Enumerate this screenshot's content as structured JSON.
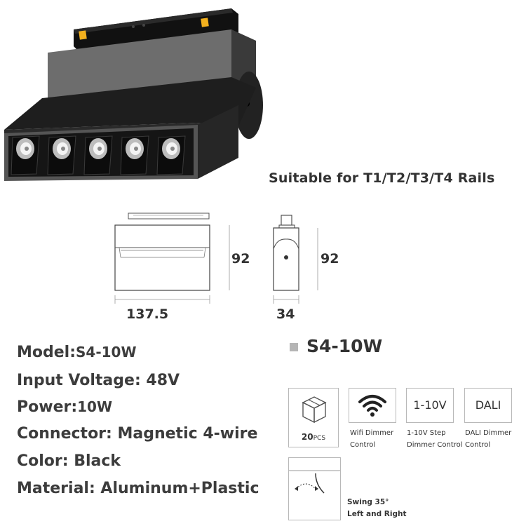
{
  "header": {
    "rails_text": "Suitable for T1/T2/T3/T4 Rails"
  },
  "dimensions": {
    "front_width": "137.5",
    "front_height": "92",
    "side_width": "34",
    "side_height": "92"
  },
  "specs": [
    {
      "label": "Model:",
      "value": "S4-10W"
    },
    {
      "label": "Input Voltage:",
      "value": " 48V"
    },
    {
      "label": "Power:",
      "value": "10W"
    },
    {
      "label": "Connector:",
      "value": " Magnetic 4-wire"
    },
    {
      "label": "Color:",
      "value": " Black"
    },
    {
      "label": "Material:",
      "value": " Aluminum+Plastic"
    }
  ],
  "model_title": "S4-10W",
  "features": {
    "pcs": {
      "count": "20",
      "unit": "PCS",
      "icon": "box-icon"
    },
    "wifi": {
      "line1": "Wifi Dimmer",
      "line2": "Control",
      "icon": "wifi-icon"
    },
    "step": {
      "inner": "1-10V",
      "line1": "1-10V Step",
      "line2": "Dimmer Control"
    },
    "dali": {
      "inner": "DALI",
      "line1": "DALI Dimmer",
      "line2": "Control"
    },
    "swing": {
      "line1": "Swing 35°",
      "line2": "Left and Right",
      "icon": "swing-icon"
    }
  },
  "colors": {
    "body": "#1f1f1f",
    "accent": "#f2b01e",
    "text": "#333333"
  }
}
